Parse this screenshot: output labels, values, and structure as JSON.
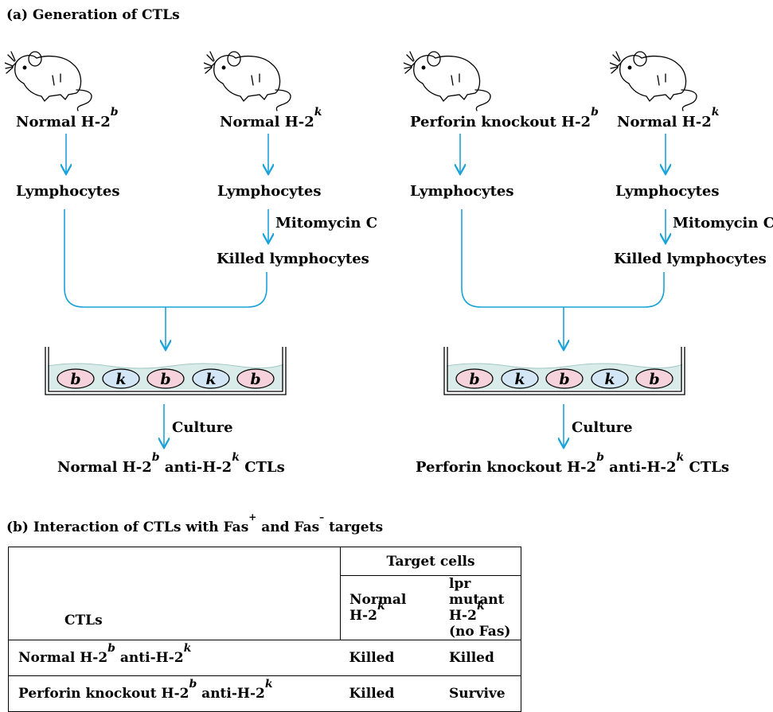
{
  "panel_a": {
    "title": "(a) Generation of CTLs",
    "left": {
      "mouse1": {
        "label": "Normal H-2",
        "sup": "b"
      },
      "mouse2": {
        "label": "Normal H-2",
        "sup": "k"
      },
      "lymph1": "Lymphocytes",
      "lymph2": "Lymphocytes",
      "treatment": "Mitomycin C",
      "killed": "Killed lymphocytes",
      "culture": "Culture",
      "result": {
        "pre": "Normal H-2",
        "sup1": "b",
        "mid": " anti-H-2",
        "sup2": "k",
        "post": " CTLs"
      }
    },
    "right": {
      "mouse1": {
        "label": "Perforin knockout H-2",
        "sup": "b"
      },
      "mouse2": {
        "label": "Normal H-2",
        "sup": "k"
      },
      "lymph1": "Lymphocytes",
      "lymph2": "Lymphocytes",
      "treatment": "Mitomycin C",
      "killed": "Killed lymphocytes",
      "culture": "Culture",
      "result": {
        "pre": "Perforin knockout H-2",
        "sup1": "b",
        "mid": " anti-H-2",
        "sup2": "k",
        "post": " CTLs"
      }
    },
    "dish_cells": [
      "b",
      "k",
      "b",
      "k",
      "b"
    ],
    "colors": {
      "arrow": "#1aa3d9",
      "cell_b": "#f6d3dc",
      "cell_k": "#d3e6f6",
      "medium": "#d9ecea"
    }
  },
  "panel_b": {
    "title_pre": "(b) Interaction of CTLs with Fas",
    "plus": "+",
    "title_mid": " and Fas",
    "minus": "–",
    "title_post": " targets",
    "table": {
      "group_header": "Target cells",
      "ctl_header": "CTLs",
      "col1": {
        "line1": "Normal",
        "line2": "H-2",
        "sup": "k"
      },
      "col2": {
        "line1": "lpr mutant H-2",
        "sup": "k",
        "line2": "(no Fas)"
      },
      "rows": [
        {
          "ctl": {
            "pre": "Normal H-2",
            "sup1": "b",
            "mid": " anti-H-2",
            "sup2": "k"
          },
          "v1": "Killed",
          "v2": "Killed"
        },
        {
          "ctl": {
            "pre": "Perforin knockout H-2",
            "sup1": "b",
            "mid": " anti-H-2",
            "sup2": "k"
          },
          "v1": "Killed",
          "v2": "Survive"
        }
      ]
    }
  }
}
